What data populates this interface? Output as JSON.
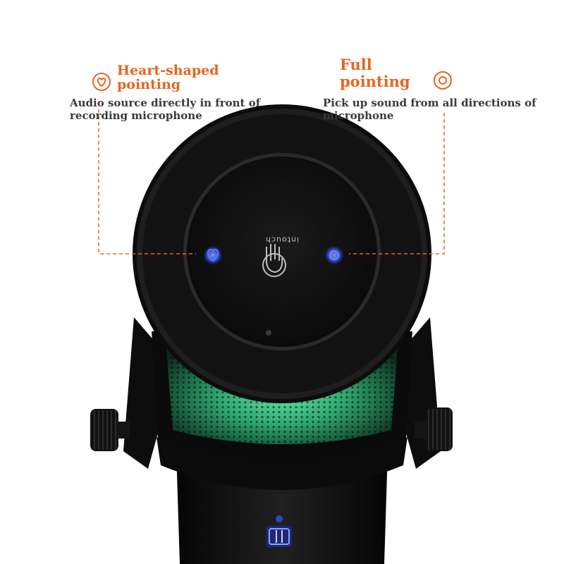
{
  "annotations": {
    "left": {
      "title": "Heart-shaped pointing",
      "description": "Audio source directly in front of recording microphone",
      "icon": "heart-pattern-icon"
    },
    "right": {
      "title": "Full pointing",
      "description": "Pick up sound from all directions of microphone",
      "icon": "omni-pattern-icon"
    }
  },
  "device": {
    "brand": "intouch",
    "touch_icon": "touch-hand-icon"
  },
  "colors": {
    "accent": "#e8651f",
    "led": "#3b55ff",
    "grille_glow": "#3fd08a",
    "body": "#141414"
  }
}
